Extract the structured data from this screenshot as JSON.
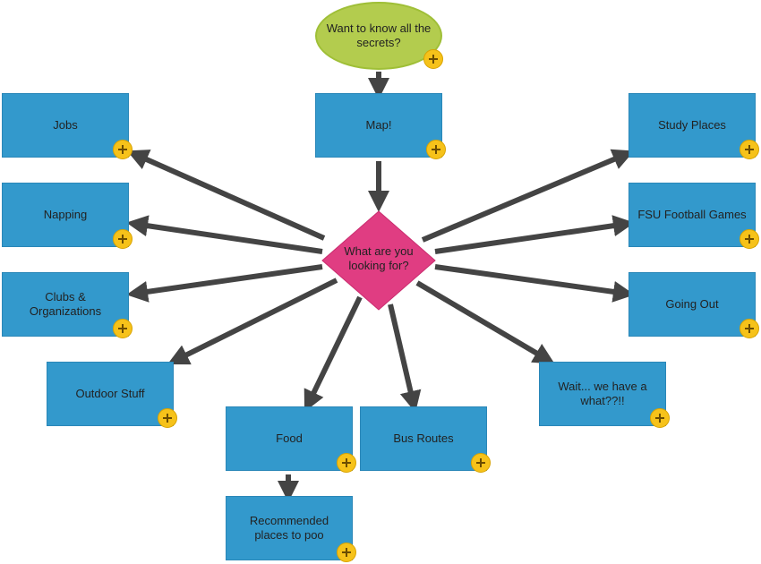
{
  "diagram": {
    "start": "Want to know all the secrets?",
    "map": "Map!",
    "decision": "What are you looking for?",
    "nodes": {
      "jobs": "Jobs",
      "napping": "Napping",
      "clubs": "Clubs & Organizations",
      "outdoor": "Outdoor Stuff",
      "food": "Food",
      "poo": "Recommended places to poo",
      "bus": "Bus Routes",
      "wait": "Wait... we have a what??!!",
      "study": "Study Places",
      "football": "FSU Football Games",
      "going_out": "Going Out"
    },
    "colors": {
      "process": "#3399cc",
      "start": "#b3cc4e",
      "decision": "#e03d82",
      "arrow": "#444444",
      "add_button": "#f6c21a"
    },
    "icons": {
      "add": "plus-circle-icon"
    }
  }
}
